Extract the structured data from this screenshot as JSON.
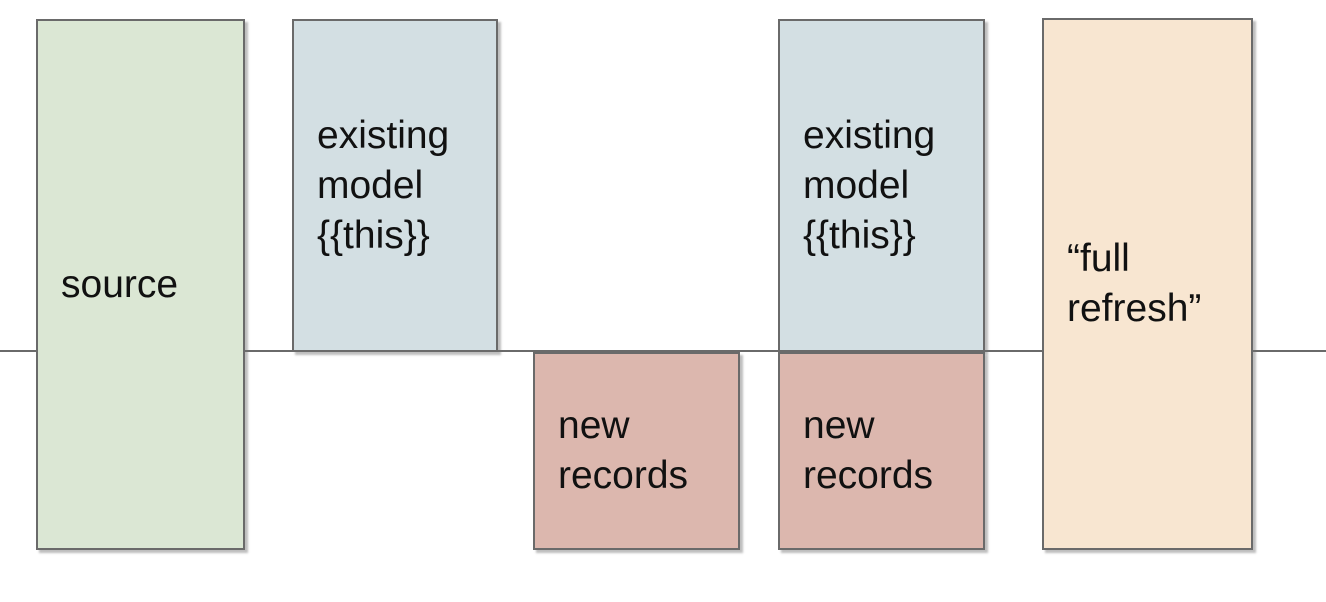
{
  "colors": {
    "background": "#ffffff",
    "border": "#6a6a6a",
    "baseline": "#6a6a6a",
    "text": "#111111",
    "source_fill": "#dbe7d4",
    "existing_model_fill": "#d3dfe3",
    "new_records_fill": "#dcb7ae",
    "full_refresh_fill": "#f8e6d1"
  },
  "boxes": {
    "source": {
      "label": "source",
      "fill": "#dbe7d4"
    },
    "existing_model_1": {
      "label": "existing model {{this}}",
      "fill": "#d3dfe3"
    },
    "new_records_1": {
      "label": "new records",
      "fill": "#dcb7ae"
    },
    "existing_model_2": {
      "label": "existing model {{this}}",
      "fill": "#d3dfe3"
    },
    "new_records_2": {
      "label": "new records",
      "fill": "#dcb7ae"
    },
    "full_refresh": {
      "label": "“full refresh”",
      "fill": "#f8e6d1"
    }
  }
}
